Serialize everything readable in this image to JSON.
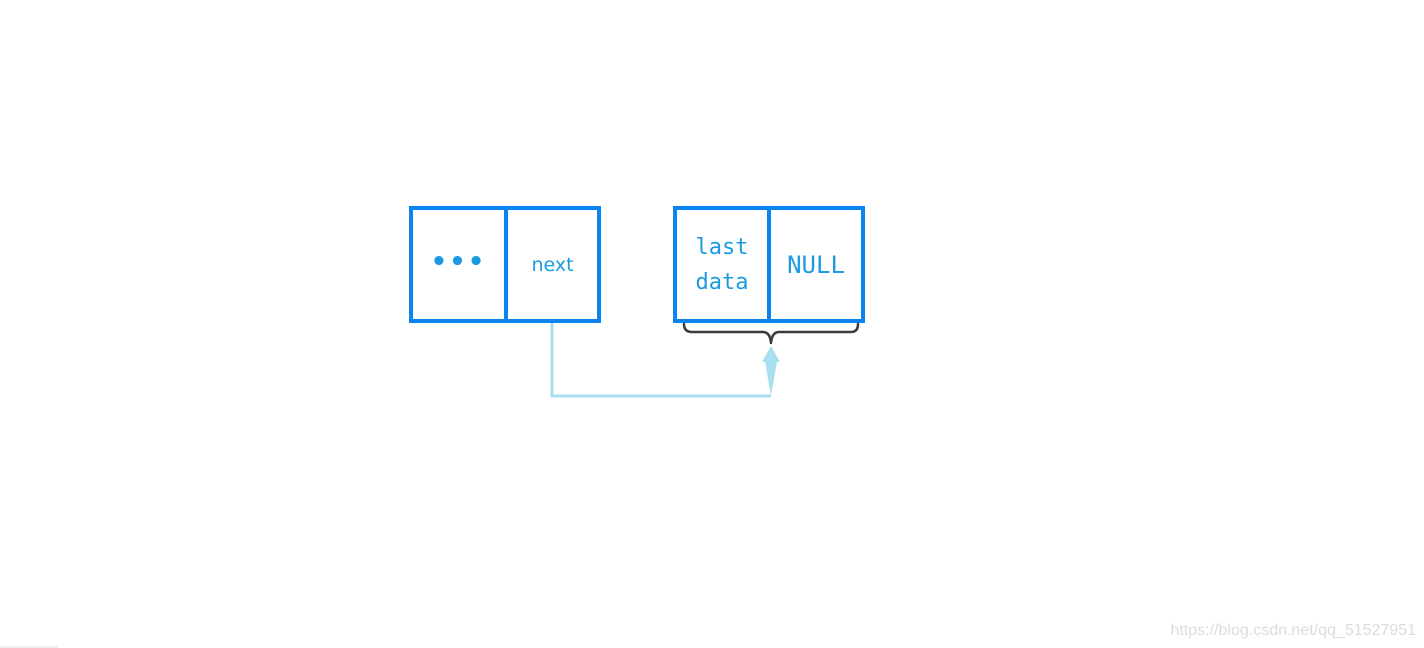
{
  "diagram": {
    "node_prev": {
      "data_label": "•••",
      "next_label": "next"
    },
    "node_last": {
      "data_label": "last\ndata",
      "next_label": "NULL"
    },
    "colors": {
      "box_border": "#0a84f0",
      "text": "#1a9be0",
      "pointer_line": "#a8e0f0",
      "brace": "#3a3a3a"
    }
  },
  "watermark": "https://blog.csdn.net/qq_51527951"
}
